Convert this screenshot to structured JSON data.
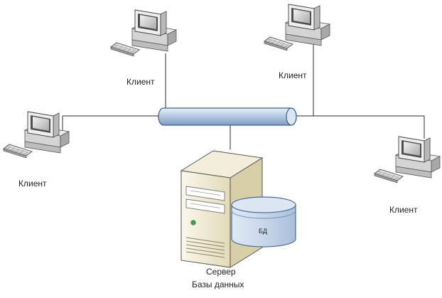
{
  "diagram": {
    "clients": [
      {
        "label": "Клиент"
      },
      {
        "label": "Клиент"
      },
      {
        "label": "Клиент"
      },
      {
        "label": "Клиент"
      }
    ],
    "network_bus": {
      "kind": "cylinder-bus"
    },
    "server": {
      "label_line1": "Сервер",
      "label_line2": "Базы данных"
    },
    "database": {
      "label": "БД"
    }
  },
  "colors": {
    "line": "#2b2b2b",
    "bus_fill": "#b9cbe3",
    "bus_stroke": "#3e5f89",
    "server_fill": "#f1ecd6",
    "server_shade": "#cfc6a3",
    "db_fill": "#c8d7ea",
    "db_top": "#dde7f3",
    "db_stroke": "#4d6b91",
    "pc_body": "#e8e8e8",
    "pc_shade": "#b5b5b5",
    "screen": "#6e6e6e",
    "led": "#3fa34d"
  }
}
